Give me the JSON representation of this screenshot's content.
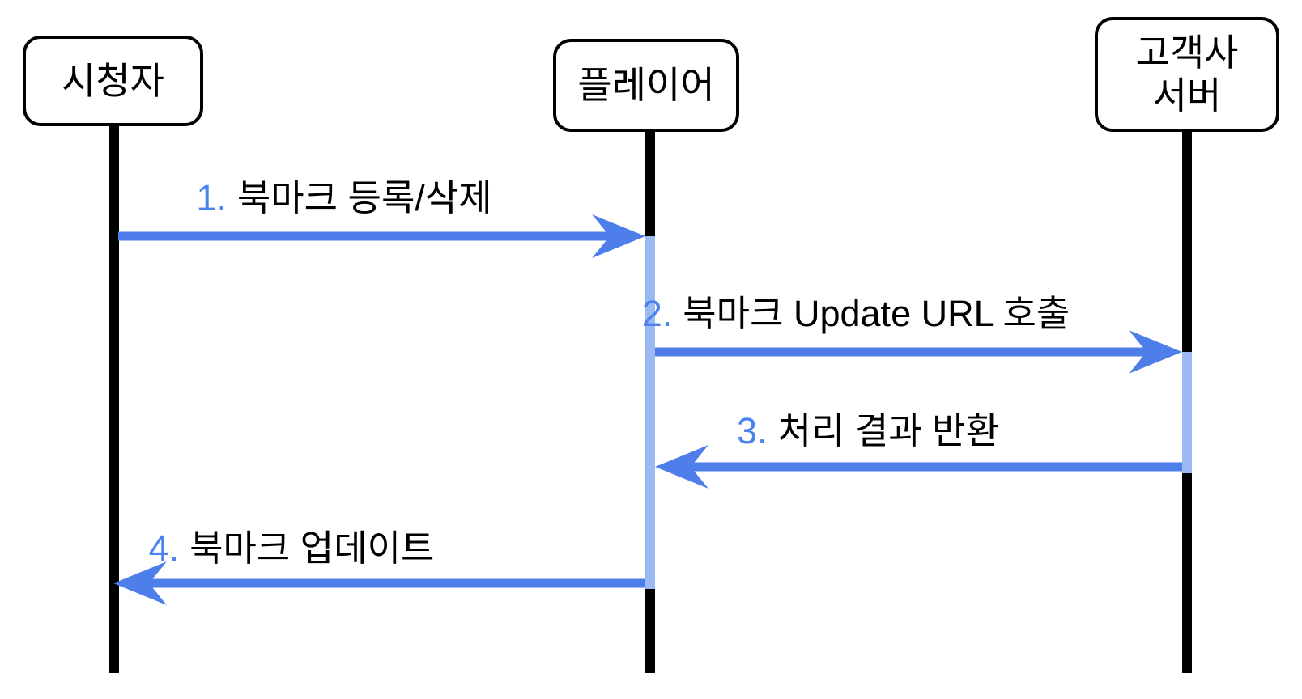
{
  "colors": {
    "background": "#ffffff",
    "arrow_blue": "#4d7ee9",
    "number_blue": "#4c82ee",
    "activation_blue": "#9cbaf2",
    "lifeline_black": "#000000",
    "box_border": "#000000"
  },
  "actors": [
    {
      "id": "viewer",
      "label": "시청자"
    },
    {
      "id": "player",
      "label": "플레이어"
    },
    {
      "id": "customer-server",
      "label": "고객사\n서버"
    }
  ],
  "messages": [
    {
      "num": "1.",
      "text": "북마크 등록/삭제",
      "from": "시청자",
      "to": "플레이어",
      "direction": "right"
    },
    {
      "num": "2.",
      "text": "북마크 Update URL 호출",
      "from": "플레이어",
      "to": "고객사 서버",
      "direction": "right"
    },
    {
      "num": "3.",
      "text": "처리 결과 반환",
      "from": "고객사 서버",
      "to": "플레이어",
      "direction": "left"
    },
    {
      "num": "4.",
      "text": "북마크 업데이트",
      "from": "플레이어",
      "to": "시청자",
      "direction": "left"
    }
  ]
}
